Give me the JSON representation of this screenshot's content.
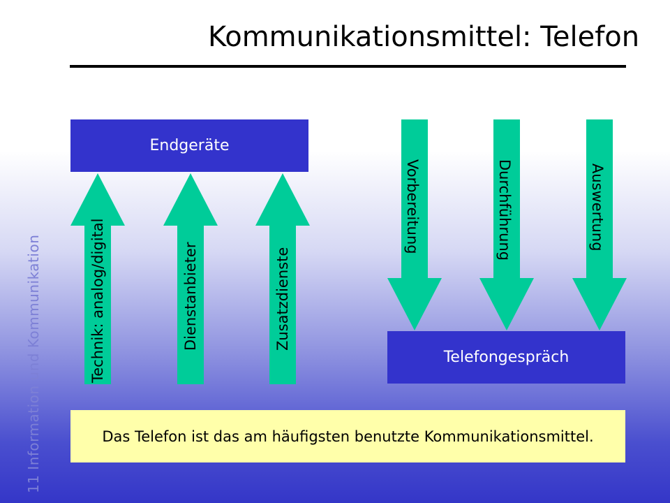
{
  "slide": {
    "title": "Kommunikationsmittel: Telefon",
    "side_label": "11   Information und Kommunikation"
  },
  "diagram": {
    "left_box": "Endgeräte",
    "up_arrows": [
      "Technik: analog/digital",
      "Dienstanbieter",
      "Zusatzdienste"
    ],
    "right_box": "Telefongespräch",
    "down_arrows": [
      "Vorbereitung",
      "Durchführung",
      "Auswertung"
    ]
  },
  "note": "Das Telefon ist das am häufigsten benutzte Kommunikationsmittel.",
  "colors": {
    "box": "#3333cc",
    "arrow": "#00cc99",
    "note_bg": "#ffffaa"
  }
}
